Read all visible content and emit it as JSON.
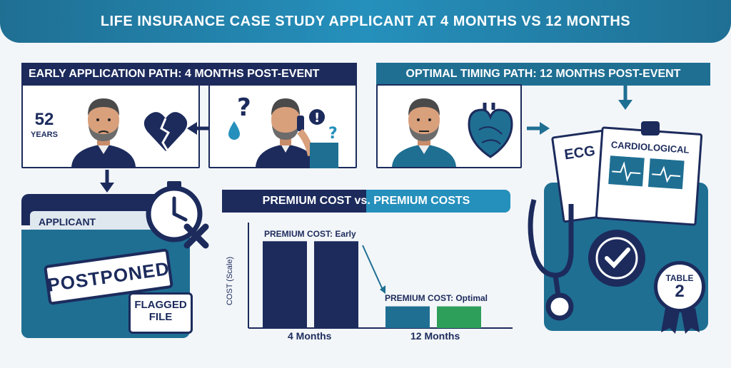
{
  "banner": {
    "title": "LIFE INSURANCE CASE STUDY APPLICANT AT 4 MONTHS VS 12 MONTHS"
  },
  "early_path": {
    "title": "EARLY APPLICATION PATH: 4 MONTHS POST-EVENT",
    "age_value": "52",
    "age_unit": "YEARS",
    "folder_tab": "APPLICANT",
    "stamp": "POSTPONED",
    "tag_line1": "FLAGGED",
    "tag_line2": "FILE"
  },
  "optimal_path": {
    "title": "OPTIMAL TIMING PATH: 12 MONTHS POST-EVENT",
    "doc_ecg": "ECG",
    "doc_cardio": "CARDIOLOGICAL",
    "badge_line1": "TABLE",
    "badge_line2": "2"
  },
  "chart": {
    "title": "PREMIUM COST vs. PREMIUM COSTS",
    "ylabel": "COST (Scale)",
    "label_early": "PREMIUM COST: Early",
    "label_optimal": "PREMIUM COST: Optimal",
    "cat_4": "4 Months",
    "cat_12": "12 Months"
  },
  "chart_data": {
    "type": "bar",
    "title": "PREMIUM COST vs. PREMIUM COSTS",
    "ylabel": "COST (Scale)",
    "categories": [
      "4 Months",
      "12 Months"
    ],
    "series": [
      {
        "values": [
          100,
          25
        ]
      },
      {
        "values": [
          100,
          25
        ]
      }
    ],
    "ylim": [
      0,
      115
    ]
  },
  "colors": {
    "navy": "#1c2b5c",
    "teal": "#1f6f93",
    "blue": "#2590bc",
    "green": "#2e9e5b"
  },
  "icons": [
    "broken-heart-icon",
    "heart-icon",
    "stopwatch-icon",
    "stethoscope-icon",
    "check-seal-icon",
    "question-icon",
    "exclamation-icon",
    "arrow-icon"
  ]
}
